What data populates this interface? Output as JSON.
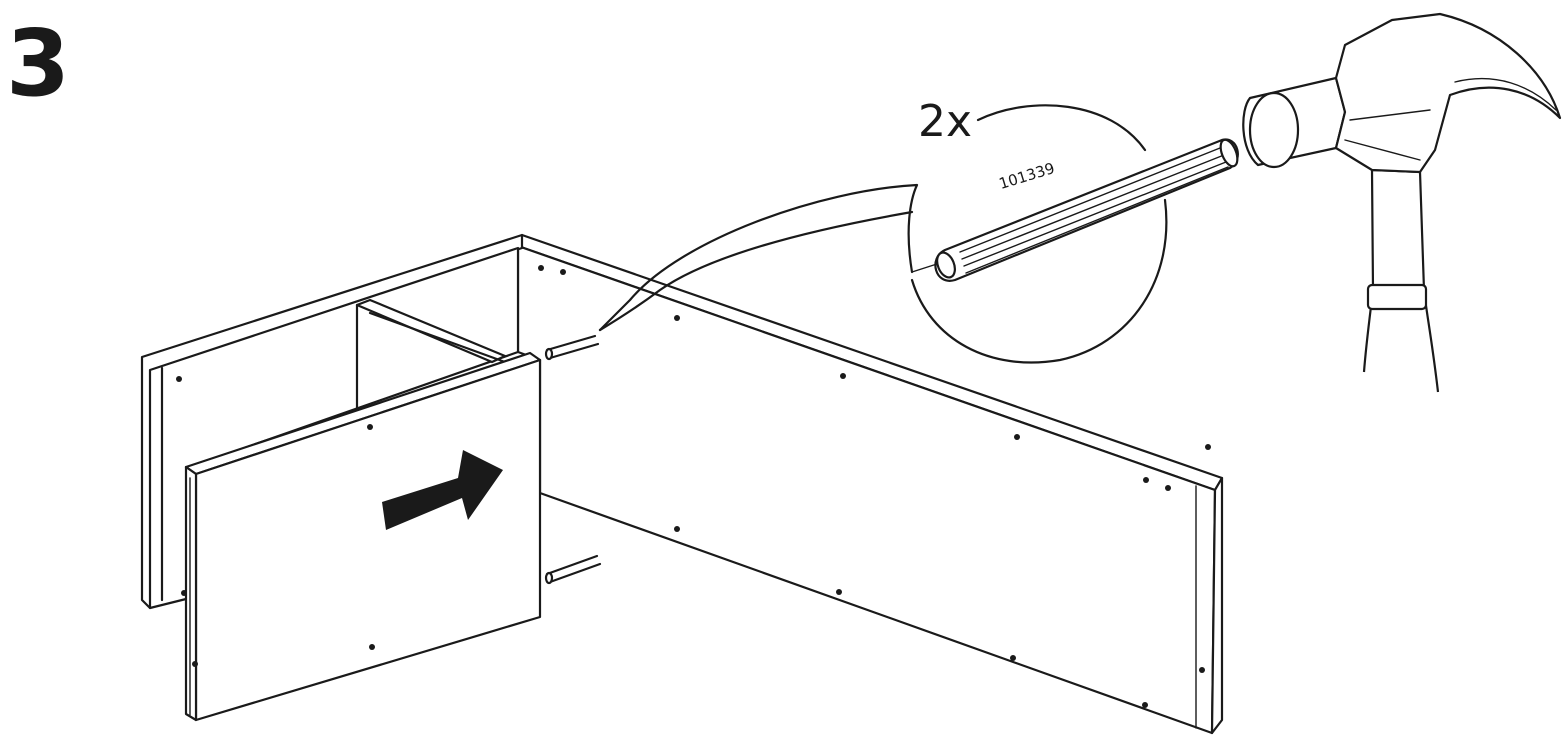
{
  "step": {
    "number": "3"
  },
  "callout": {
    "quantity": "2x",
    "part_code": "101339"
  },
  "icons": {
    "hammer": "hammer-icon",
    "dowel": "wooden-dowel-icon",
    "arrow": "push-direction-arrow-icon"
  },
  "colors": {
    "ink": "#1a1a1a",
    "paper": "#ffffff"
  }
}
